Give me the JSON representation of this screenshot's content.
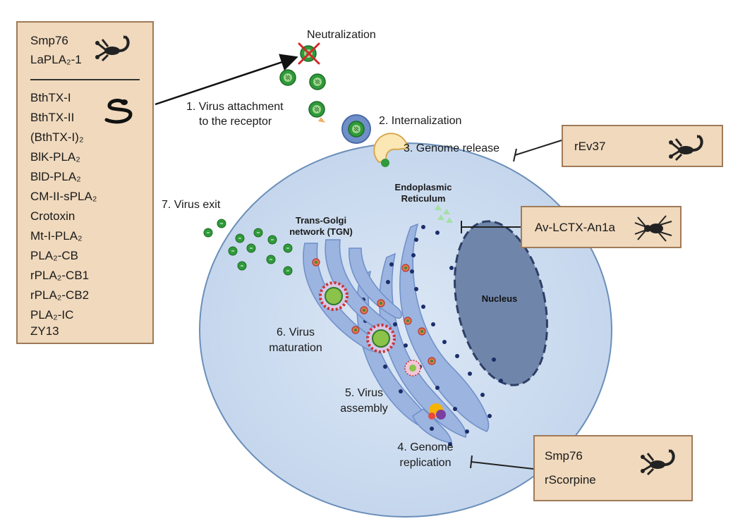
{
  "left_box": {
    "scorpion_toxins": [
      "Smp76",
      "LaPLA₂-1"
    ],
    "snake_toxins": [
      "BthTX-I",
      "BthTX-II",
      "(BthTX-I)₂",
      "BlK-PLA₂",
      "BlD-PLA₂",
      "CM-II-sPLA₂",
      "Crotoxin",
      "Mt-I-PLA₂",
      "PLA₂-CB",
      "rPLA₂-CB1",
      "rPLA₂-CB2",
      "PLA₂-IC",
      "ZY13"
    ]
  },
  "box_genome_release": {
    "toxin": "rEv37"
  },
  "box_er": {
    "toxin": "Av-LCTX-An1a"
  },
  "box_replication": {
    "toxins": [
      "Smp76",
      "rScorpine"
    ]
  },
  "steps": {
    "neutralization": "Neutralization",
    "attachment_1": "1. Virus attachment",
    "attachment_2": "to the receptor",
    "internalization": "2. Internalization",
    "genome_release": "3. Genome release",
    "replication_1": "4. Genome",
    "replication_2": "replication",
    "assembly_1": "5. Virus",
    "assembly_2": "assembly",
    "maturation_1": "6. Virus",
    "maturation_2": "maturation",
    "exit": "7. Virus exit"
  },
  "organelles": {
    "er_1": "Endoplasmic",
    "er_2": "Reticulum",
    "tgn_1": "Trans-Golgi",
    "tgn_2": "network (TGN)",
    "nucleus": "Nucleus"
  },
  "colors": {
    "box_fill": "#f0d9bd",
    "box_border": "#a07a58",
    "cell": "#c9dbef",
    "cell_border": "#6b8fba",
    "er": "#9bb4e0",
    "nucleus": "#6f86aa",
    "virus": "#2f9a3a"
  },
  "icons": {
    "scorpion": "scorpion-icon",
    "snake": "snake-icon",
    "spider": "spider-icon"
  }
}
